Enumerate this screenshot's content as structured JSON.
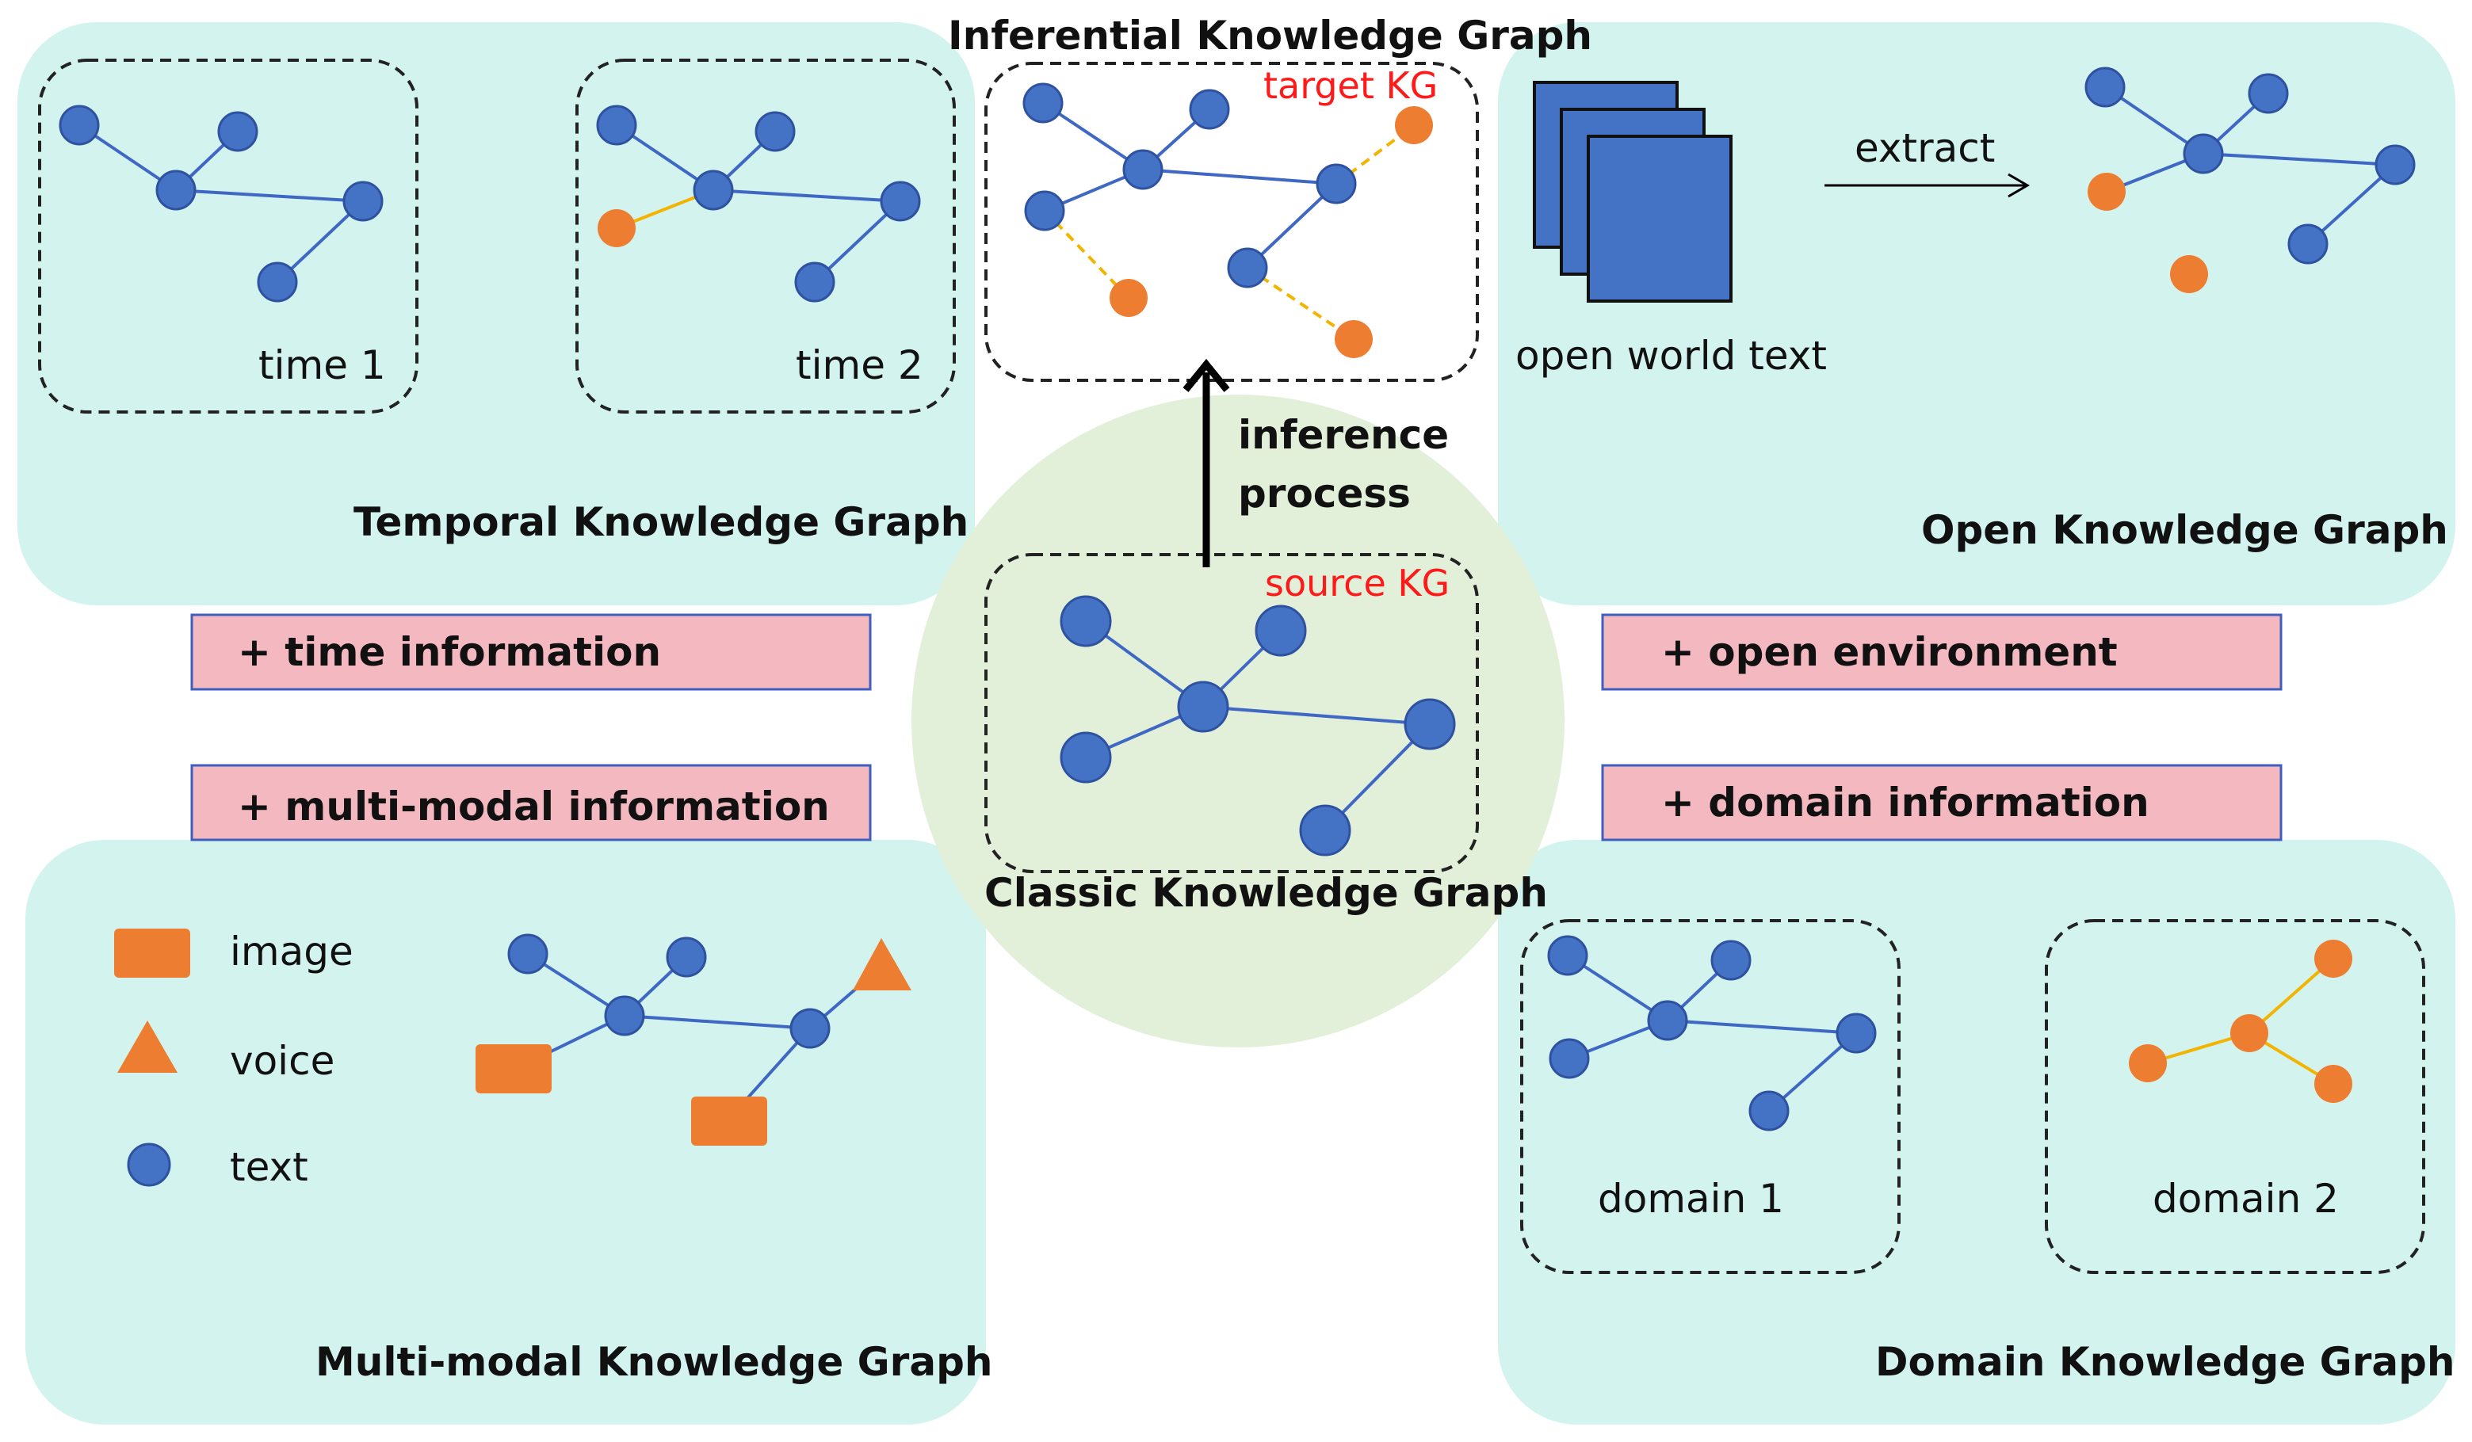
{
  "colors": {
    "panel": "#d3f3ef",
    "center_circle": "#e2f0d9",
    "bar_fill": "#f4b8c0",
    "bar_stroke": "#3f5fbf",
    "node_blue": "#4472c4",
    "node_stroke": "#2f52a0",
    "node_orange": "#ed7d31",
    "edge_yellow": "#f2b400",
    "label_red": "#ff1a1a"
  },
  "temporal": {
    "title": "Temporal Knowledge Graph",
    "box1_label": "time 1",
    "box2_label": "time 2"
  },
  "inferential": {
    "title": "Inferential Knowledge Graph",
    "target_label": "target KG"
  },
  "inference": {
    "line1": "inference",
    "line2": "process"
  },
  "classic": {
    "title": "Classic Knowledge Graph",
    "source_label": "source KG"
  },
  "open": {
    "title": "Open Knowledge Graph",
    "extract_label": "extract",
    "text_label": "open world text",
    "document_icon": "document-stack-icon"
  },
  "multimodal": {
    "title": "Multi-modal Knowledge Graph",
    "legend": [
      {
        "icon": "rectangle-icon",
        "label": "image"
      },
      {
        "icon": "triangle-icon",
        "label": "voice"
      },
      {
        "icon": "circle-icon",
        "label": "text"
      }
    ]
  },
  "domain": {
    "title": "Domain Knowledge Graph",
    "box1_label": "domain 1",
    "box2_label": "domain 2"
  },
  "bars": {
    "time": "+ time information",
    "multimodal": "+ multi-modal information",
    "open": "+ open environment",
    "domain": "+ domain information"
  }
}
